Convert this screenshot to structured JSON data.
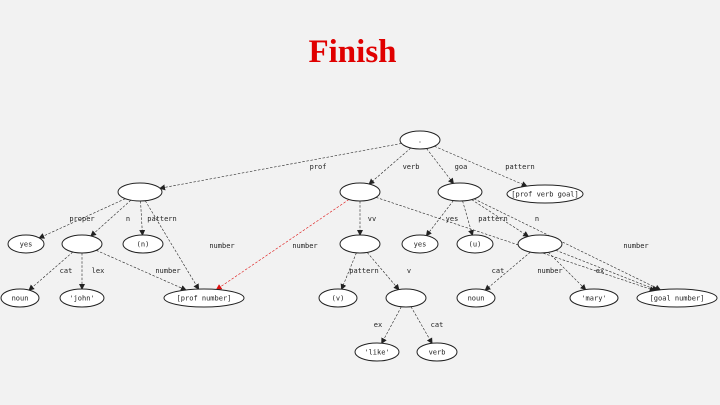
{
  "title": "Finish",
  "colors": {
    "title": "#e00000",
    "edge": "#222222",
    "highlight_edge": "#dd1111"
  },
  "diagram": {
    "nodes": [
      {
        "id": "root",
        "label": "."
      },
      {
        "id": "n1",
        "label": ""
      },
      {
        "id": "n2",
        "label": ""
      },
      {
        "id": "n3",
        "label": ""
      },
      {
        "id": "vpg",
        "label": "[prof verb goal]"
      },
      {
        "id": "yes1",
        "label": "yes"
      },
      {
        "id": "n4",
        "label": ""
      },
      {
        "id": "pn",
        "label": "(n)"
      },
      {
        "id": "n5",
        "label": ""
      },
      {
        "id": "yes2",
        "label": "yes"
      },
      {
        "id": "un",
        "label": "(u)"
      },
      {
        "id": "n6",
        "label": ""
      },
      {
        "id": "noun1",
        "label": "noun"
      },
      {
        "id": "john",
        "label": "'john'"
      },
      {
        "id": "profnum",
        "label": "[prof number]"
      },
      {
        "id": "vv",
        "label": "(v)"
      },
      {
        "id": "n7",
        "label": ""
      },
      {
        "id": "noun2",
        "label": "noun"
      },
      {
        "id": "mary",
        "label": "'mary'"
      },
      {
        "id": "goalnum",
        "label": "[goal number]"
      },
      {
        "id": "like",
        "label": "'like'"
      },
      {
        "id": "verb",
        "label": "verb"
      }
    ],
    "edges": [
      {
        "from": "root",
        "to": "n1",
        "label": "prof"
      },
      {
        "from": "root",
        "to": "n2",
        "label": "verb"
      },
      {
        "from": "root",
        "to": "n3",
        "label": "goa"
      },
      {
        "from": "root",
        "to": "vpg",
        "label": "pattern"
      },
      {
        "from": "n1",
        "to": "yes1",
        "label": "proper"
      },
      {
        "from": "n1",
        "to": "n4",
        "label": "n"
      },
      {
        "from": "n1",
        "to": "pn",
        "label": "pattern"
      },
      {
        "from": "n1",
        "to": "profnum",
        "label": "number"
      },
      {
        "from": "n2",
        "to": "n5",
        "label": "vv"
      },
      {
        "from": "n2",
        "to": "profnum",
        "label": "",
        "highlight": true
      },
      {
        "from": "n2",
        "to": "goalnum",
        "label": "number"
      },
      {
        "from": "n3",
        "to": "yes2",
        "label": "yes"
      },
      {
        "from": "n3",
        "to": "un",
        "label": "pattern"
      },
      {
        "from": "n3",
        "to": "n6",
        "label": "n"
      },
      {
        "from": "n3",
        "to": "goalnum",
        "label": "number"
      },
      {
        "from": "n4",
        "to": "noun1",
        "label": "cat"
      },
      {
        "from": "n4",
        "to": "john",
        "label": "lex"
      },
      {
        "from": "n4",
        "to": "profnum",
        "label": "number"
      },
      {
        "from": "n5",
        "to": "vv",
        "label": "pattern"
      },
      {
        "from": "n5",
        "to": "n7",
        "label": "v"
      },
      {
        "from": "n6",
        "to": "noun2",
        "label": "cat"
      },
      {
        "from": "n6",
        "to": "mary",
        "label": "number"
      },
      {
        "from": "n6",
        "to": "goalnum",
        "label": "ex"
      },
      {
        "from": "n7",
        "to": "like",
        "label": "ex"
      },
      {
        "from": "n7",
        "to": "verb",
        "label": "cat"
      }
    ]
  }
}
